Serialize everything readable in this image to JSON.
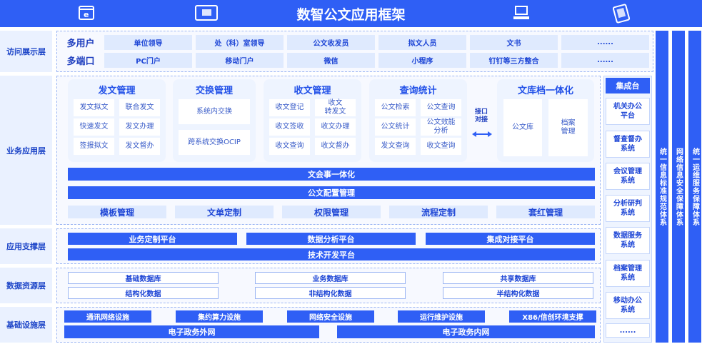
{
  "header": {
    "title": "数智公文应用框架"
  },
  "layers": {
    "access": "访问展示层",
    "business": "业务应用层",
    "support": "应用支撑层",
    "data": "数据资源层",
    "infra": "基础设施层"
  },
  "access": {
    "row1": {
      "label": "多用户",
      "items": [
        "单位领导",
        "处（科）室领导",
        "公文收发员",
        "拟文人员",
        "文书",
        "......"
      ]
    },
    "row2": {
      "label": "多端口",
      "items": [
        "PC门户",
        "移动门户",
        "微信",
        "小程序",
        "钉钉等三方整合",
        "......"
      ]
    }
  },
  "business": {
    "fawen": {
      "title": "发文管理",
      "cells": [
        "发文拟文",
        "联合发文",
        "快速发文",
        "发文办理",
        "签报拟文",
        "发文督办"
      ]
    },
    "jiaohuan": {
      "title": "交换管理",
      "cells": [
        "系统内交换",
        "跨系统交换OCIP"
      ]
    },
    "shouwen": {
      "title": "收文管理",
      "cells": [
        "收文登记",
        "收文\n转发文",
        "收文签收",
        "收文办理",
        "收文查询",
        "收文督办"
      ]
    },
    "chaxun": {
      "title": "查询统计",
      "cells": [
        "公文检索",
        "公文查询",
        "公文统计",
        "公文效能\n分析",
        "发文查询",
        "收文查询"
      ]
    },
    "interface": "接口\n对接",
    "wenku": {
      "title": "文库档一体化",
      "cells": [
        "公文库",
        "档案\n管理"
      ]
    },
    "bars": [
      "文会事一体化",
      "公文配置管理"
    ],
    "tools": [
      "模板管理",
      "文单定制",
      "权限管理",
      "流程定制",
      "套红管理"
    ]
  },
  "support": {
    "row1": [
      "业务定制平台",
      "数据分析平台",
      "集成对接平台"
    ],
    "row2": "技术开发平台"
  },
  "data": {
    "row1": [
      "基础数据库",
      "业务数据库",
      "共享数据库"
    ],
    "row2": [
      "结构化数据",
      "非结构化数据",
      "半结构化数据"
    ]
  },
  "infra": {
    "row1": [
      "通讯网络设施",
      "集约算力设施",
      "网络安全设施",
      "运行维护设施",
      "X86/信创环境支撑"
    ],
    "row2": [
      "电子政务外网",
      "电子政务内网"
    ]
  },
  "integration": {
    "title": "集成台",
    "items": [
      "机关办公\n平台",
      "督查督办\n系统",
      "会议管理\n系统",
      "分析研判\n系统",
      "数据服务\n系统",
      "档案管理\n系统",
      "移动办公\n系统",
      "......"
    ]
  },
  "systems": [
    "统一信息标准规范体系",
    "网络信息安全保障体系",
    "统一运维服务保障体系"
  ],
  "colors": {
    "primary": "#2f5ff5",
    "pale": "#dfeafe",
    "label_bg": "#eaf1ff",
    "header": "#2f5ff5"
  }
}
